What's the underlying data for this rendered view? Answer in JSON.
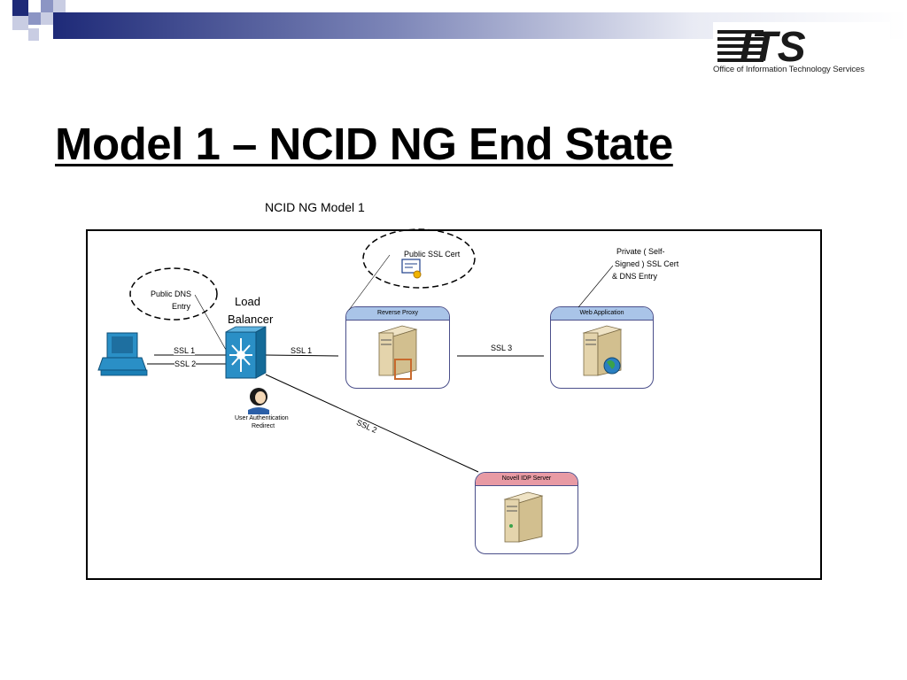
{
  "slide": {
    "title": "Model 1 – NCID NG End State",
    "logo": {
      "text": "ITS",
      "subtitle": "Office of Information Technology Services"
    }
  },
  "diagram": {
    "title": "NCID NG Model 1",
    "callouts": {
      "public_dns": [
        "Public DNS",
        "Entry"
      ],
      "public_ssl": "Public SSL Cert",
      "private_cert": [
        "Private ( Self-",
        "Signed )   SSL Cert",
        "&    DNS Entry"
      ]
    },
    "nodes": {
      "load_balancer": [
        "Load",
        "Balancer"
      ],
      "user_auth": [
        "User Authentication",
        "Redirect"
      ],
      "reverse_proxy": "Reverse Proxy",
      "web_application": "Web Application",
      "novell_idp": "Novell IDP Server"
    },
    "connections": {
      "client_lb_1": "SSL 1",
      "client_lb_2": "SSL 2",
      "lb_proxy": "SSL 1",
      "proxy_web": "SSL 3",
      "lb_idp": "SSL 2"
    },
    "colors": {
      "proxy_header": "#a9c4e8",
      "web_header": "#a9c4e8",
      "idp_header": "#e89aa4",
      "frame": "#000000",
      "network_icon": "#1b7fb5"
    }
  }
}
